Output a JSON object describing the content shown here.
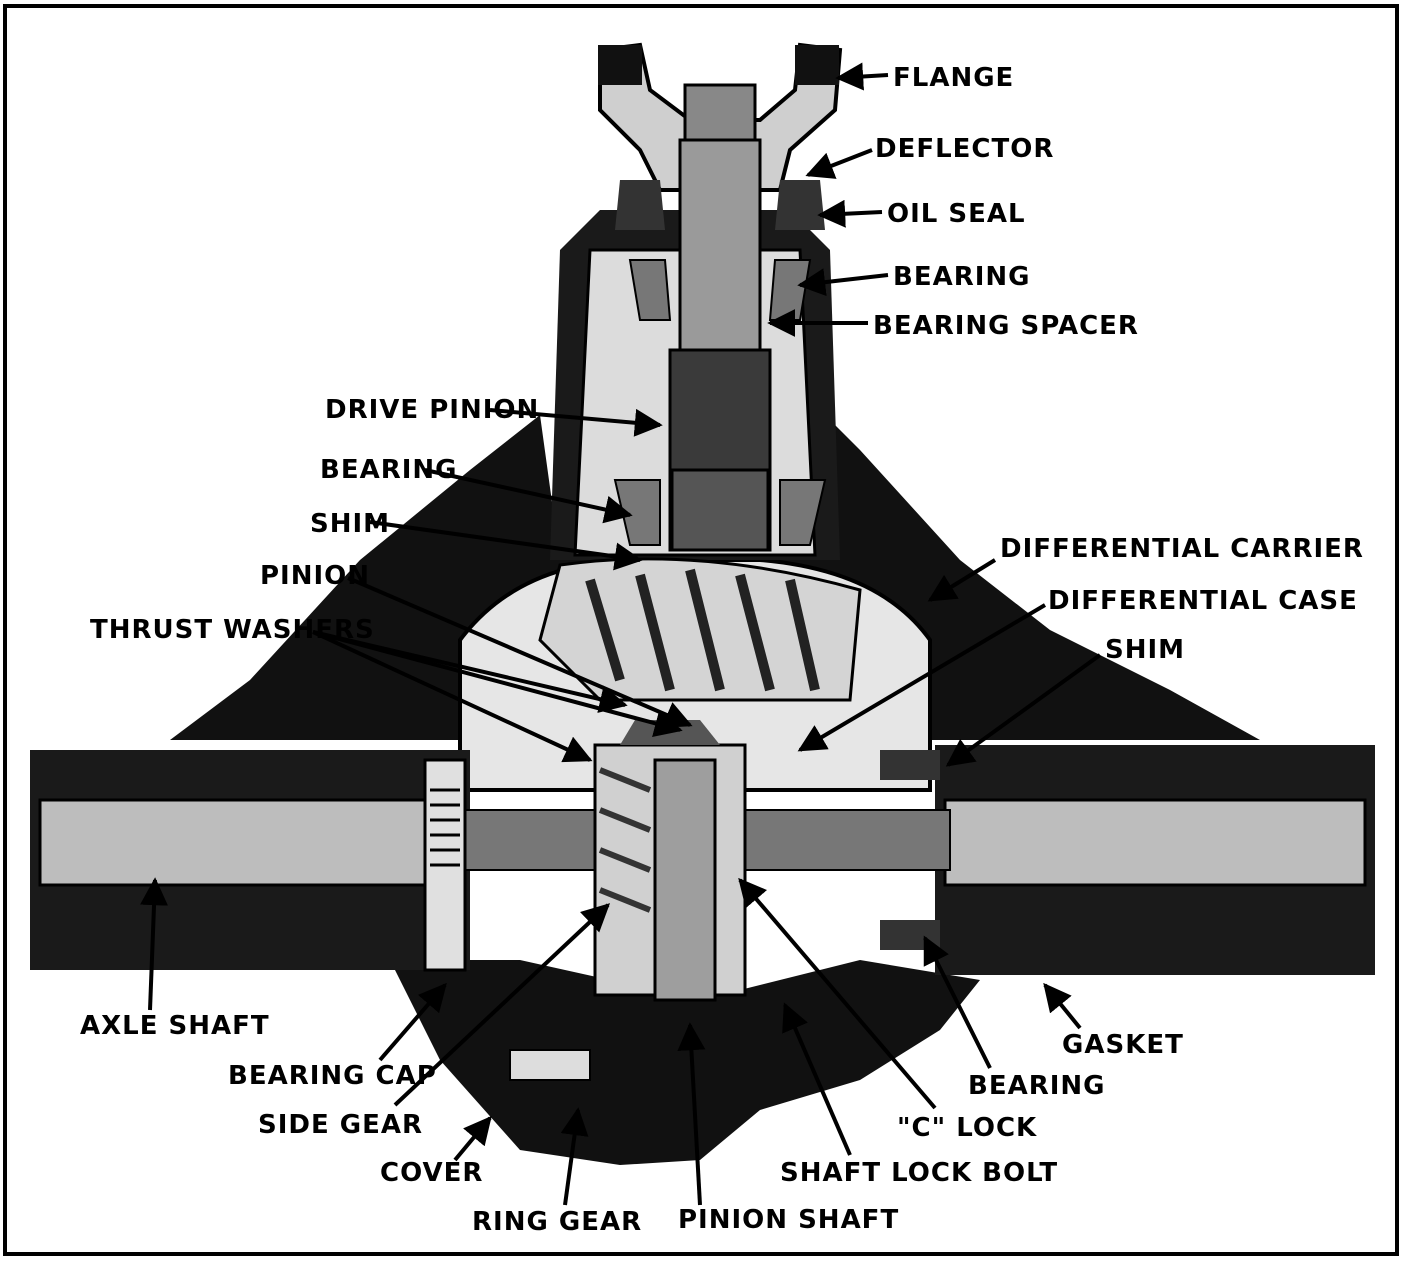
{
  "labels": {
    "flange": "FLANGE",
    "deflector": "DEFLECTOR",
    "oil_seal": "OIL SEAL",
    "bearing_top": "BEARING",
    "bearing_spacer": "BEARING SPACER",
    "drive_pinion": "DRIVE PINION",
    "bearing_left": "BEARING",
    "shim_left": "SHIM",
    "pinion": "PINION",
    "thrust_washers": "THRUST WASHERS",
    "differential_carrier": "DIFFERENTIAL CARRIER",
    "differential_case": "DIFFERENTIAL CASE",
    "shim_right": "SHIM",
    "axle_shaft": "AXLE SHAFT",
    "bearing_cap": "BEARING CAP",
    "side_gear": "SIDE GEAR",
    "cover": "COVER",
    "ring_gear": "RING GEAR",
    "pinion_shaft": "PINION SHAFT",
    "shaft_lock_bolt": "SHAFT LOCK BOLT",
    "c_lock": "\"C\" LOCK",
    "bearing_bottom": "BEARING",
    "gasket": "GASKET"
  }
}
